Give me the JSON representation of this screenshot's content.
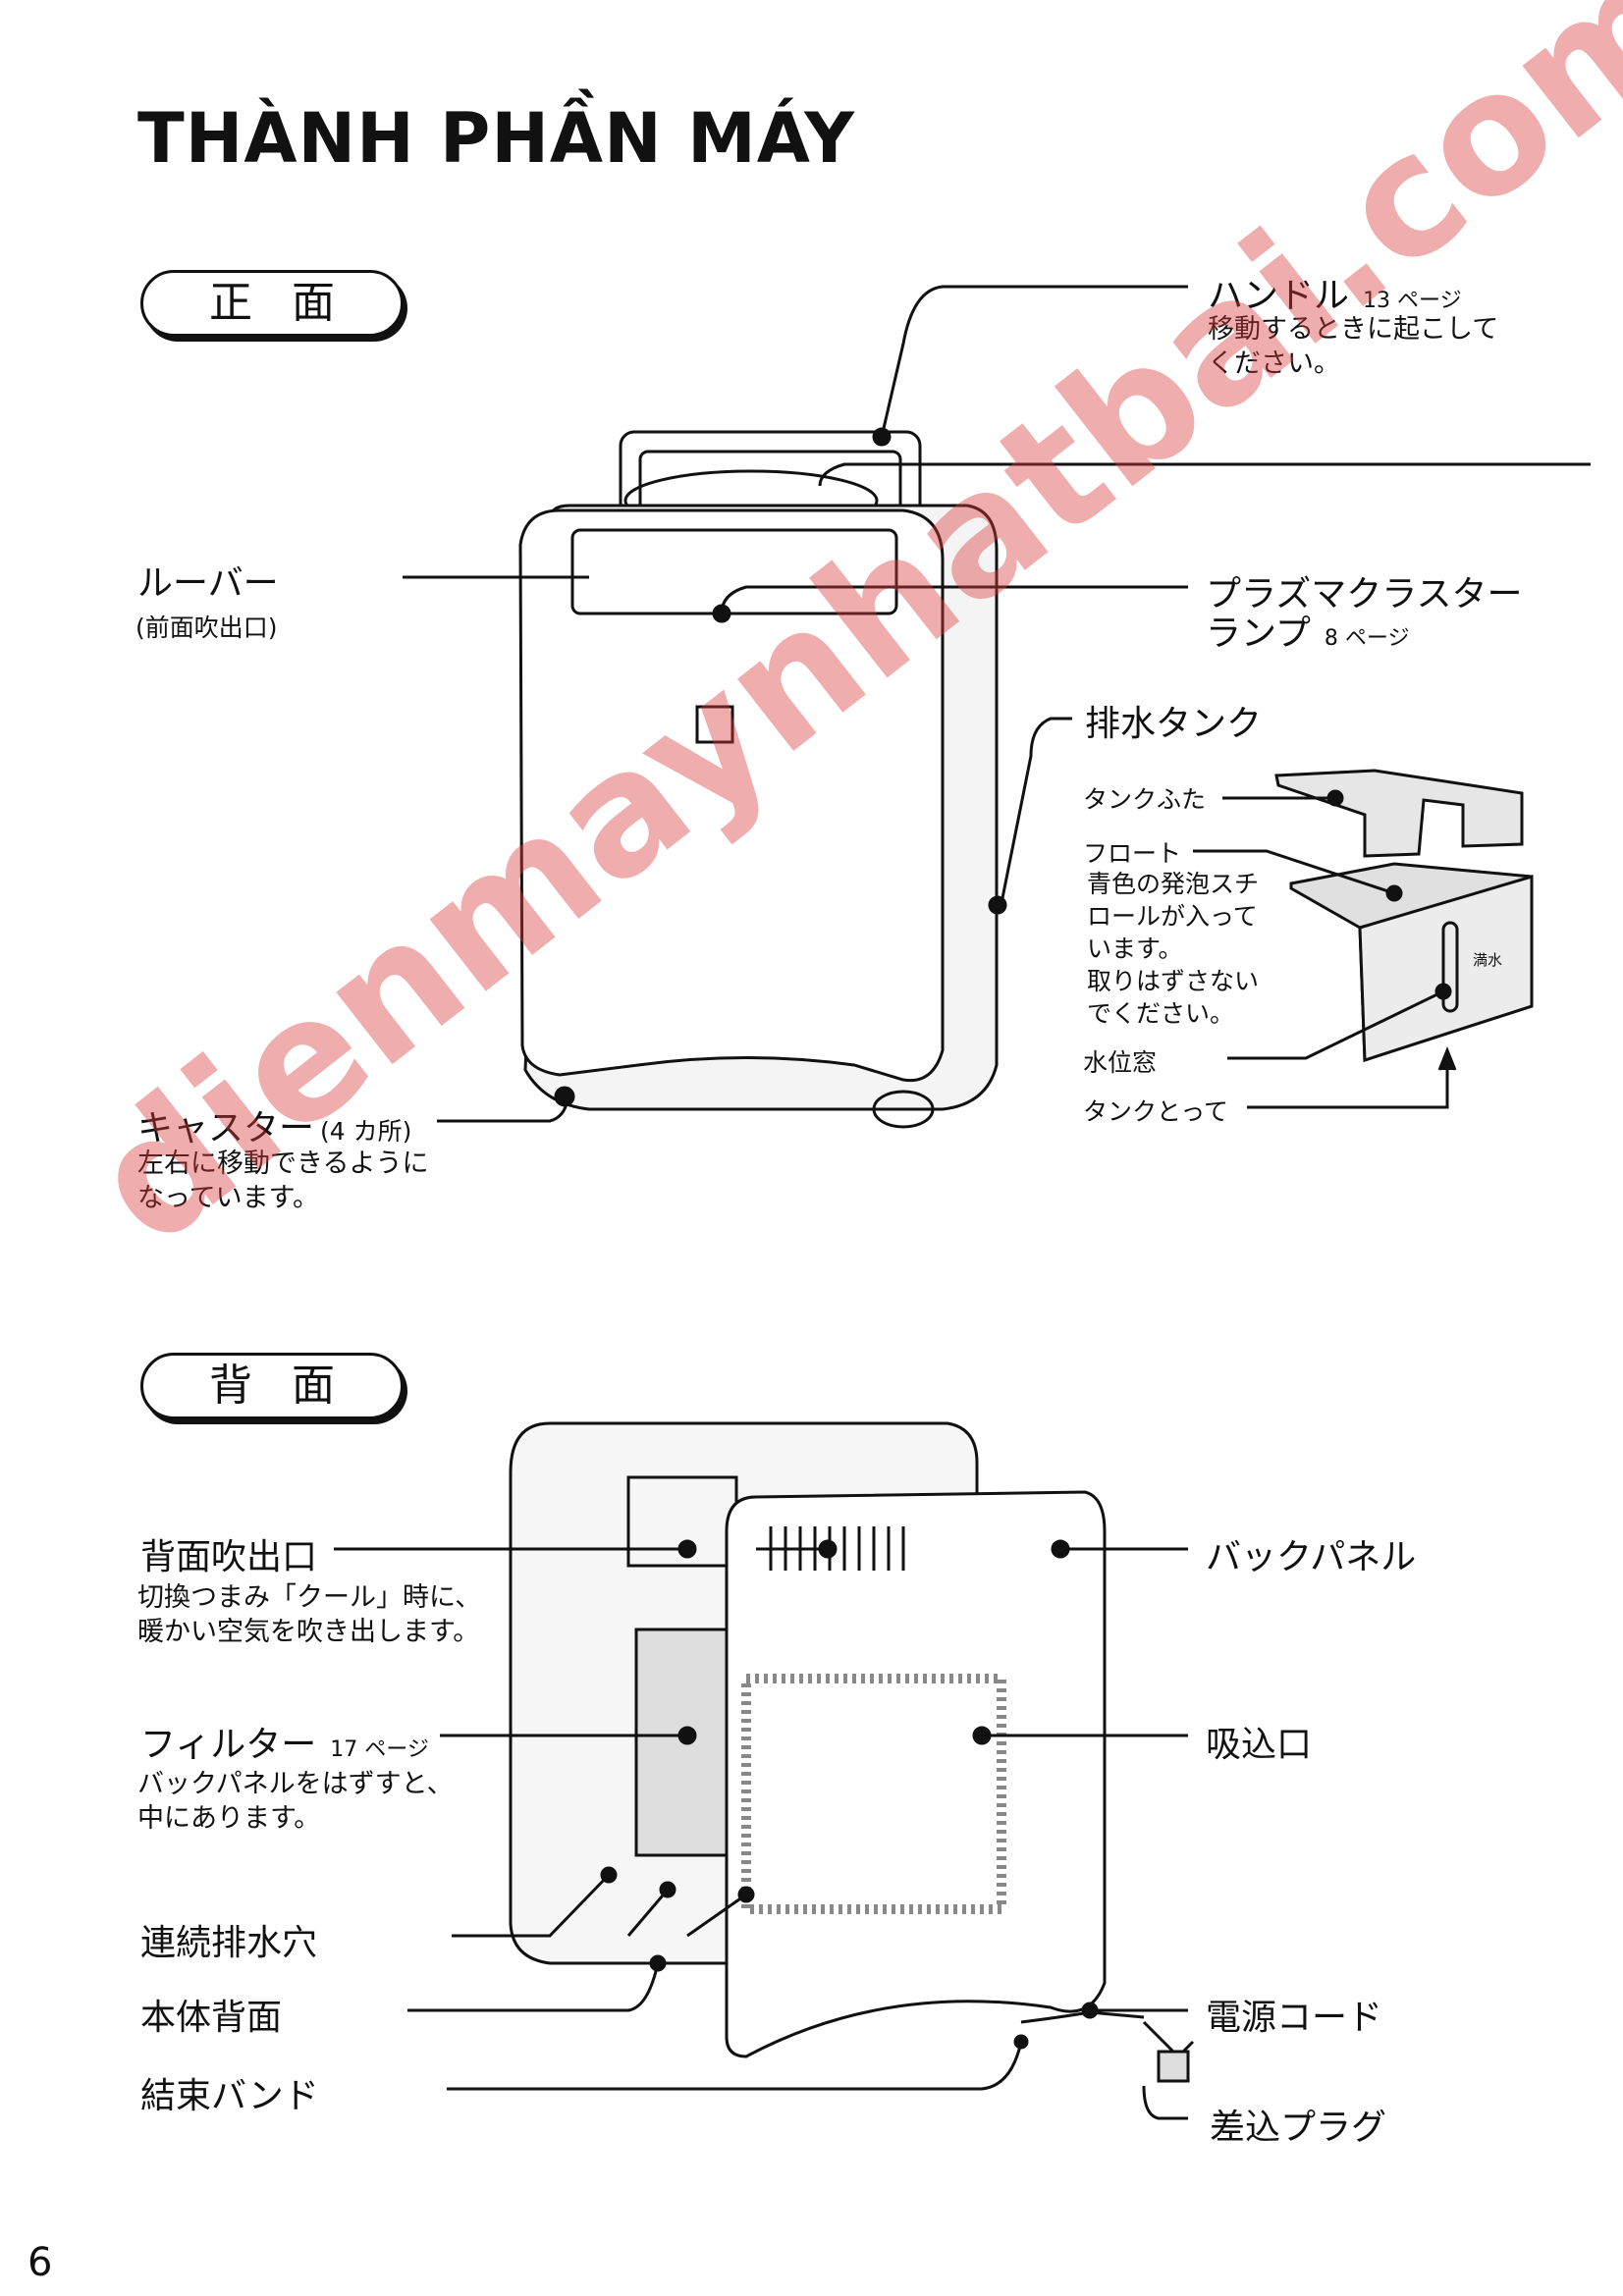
{
  "title": "THÀNH PHẦN MÁY",
  "page_number": "6",
  "front": {
    "badge": "正面",
    "handle": {
      "label": "ハンドル",
      "ref": "13 ページ",
      "desc": [
        "移動するときに起こして",
        "ください。"
      ]
    },
    "louver": {
      "label": "ルーバー",
      "desc": "(前面吹出口)"
    },
    "plasma_lamp": {
      "label": [
        "プラズマクラスター",
        "ランプ"
      ],
      "ref": "8 ページ"
    },
    "drain_tank": {
      "label": "排水タンク"
    },
    "tank_lid": "タンクふた",
    "float": {
      "label": "フロート",
      "desc": [
        "青色の発泡スチ",
        "ロールが入って",
        "います。",
        "取りはずさない",
        "でください。"
      ]
    },
    "level_window": "水位窓",
    "full_mark": "満水",
    "tank_handle": "タンクとって",
    "caster": {
      "label": "キャスター",
      "count": "(4 カ所)",
      "desc": [
        "左右に移動できるように",
        "なっています。"
      ]
    }
  },
  "back": {
    "badge": "背面",
    "rear_outlet": {
      "label": "背面吹出口",
      "desc": [
        "切換つまみ「クール」時に、",
        "暖かい空気を吹き出します。"
      ]
    },
    "filter": {
      "label": "フィルター",
      "ref": "17 ページ",
      "desc": [
        "バックパネルをはずすと、",
        "中にあります。"
      ]
    },
    "drain_hole": "連続排水穴",
    "body_back": "本体背面",
    "tie_band": "結束バンド",
    "back_panel": "バックパネル",
    "intake": "吸込口",
    "power_cord": "電源コード",
    "plug": "差込プラグ"
  },
  "watermark": "dienmaynhatbai.com"
}
